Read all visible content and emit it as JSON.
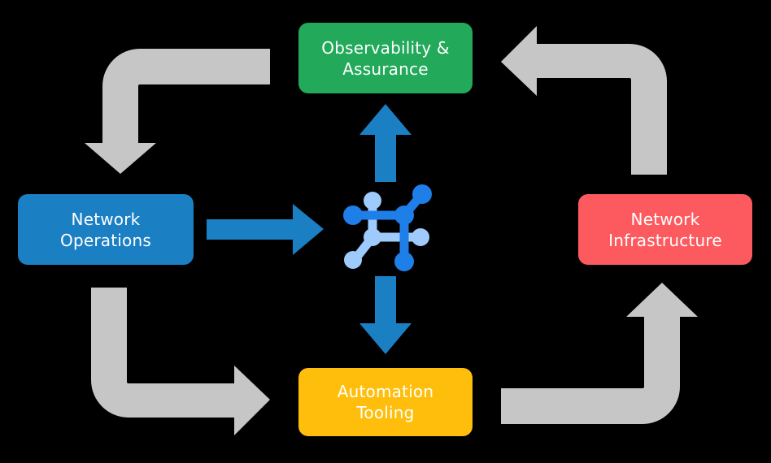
{
  "diagram": {
    "title": "Network operations lifecycle diagram",
    "background_color": "#000000",
    "nodes": [
      {
        "id": "observability",
        "label": "Observability &\nAssurance",
        "color": "#22a95a",
        "text_color": "#ffffff",
        "position": "top"
      },
      {
        "id": "network-operations",
        "label": "Network\nOperations",
        "color": "#1b7fc4",
        "text_color": "#ffffff",
        "position": "left"
      },
      {
        "id": "network-infrastructure",
        "label": "Network\nInfrastructure",
        "color": "#fd5a5f",
        "text_color": "#ffffff",
        "position": "right"
      },
      {
        "id": "automation-tooling",
        "label": "Automation\nTooling",
        "color": "#ffbe0b",
        "text_color": "#ffffff",
        "position": "bottom"
      }
    ],
    "center_icon": {
      "name": "network-topology-icon",
      "primary_color": "#1f7fe8",
      "secondary_color": "#9ecbfb"
    },
    "blue_arrows": [
      {
        "name": "arrow-center-to-observability",
        "direction": "up",
        "color": "#1b7fc4"
      },
      {
        "name": "arrow-network-operations-to-center",
        "direction": "right",
        "color": "#1b7fc4"
      },
      {
        "name": "arrow-center-to-automation-tooling",
        "direction": "down",
        "color": "#1b7fc4"
      }
    ],
    "gray_arrows": [
      {
        "name": "arrow-observability-to-network-operations",
        "color": "#c6c6c6",
        "from": "observability",
        "to": "network-operations"
      },
      {
        "name": "arrow-network-infrastructure-to-observability",
        "color": "#c6c6c6",
        "from": "network-infrastructure",
        "to": "observability"
      },
      {
        "name": "arrow-network-operations-to-automation-tooling",
        "color": "#c6c6c6",
        "from": "network-operations",
        "to": "automation-tooling"
      },
      {
        "name": "arrow-automation-tooling-to-network-infrastructure",
        "color": "#c6c6c6",
        "from": "automation-tooling",
        "to": "network-infrastructure"
      }
    ]
  }
}
